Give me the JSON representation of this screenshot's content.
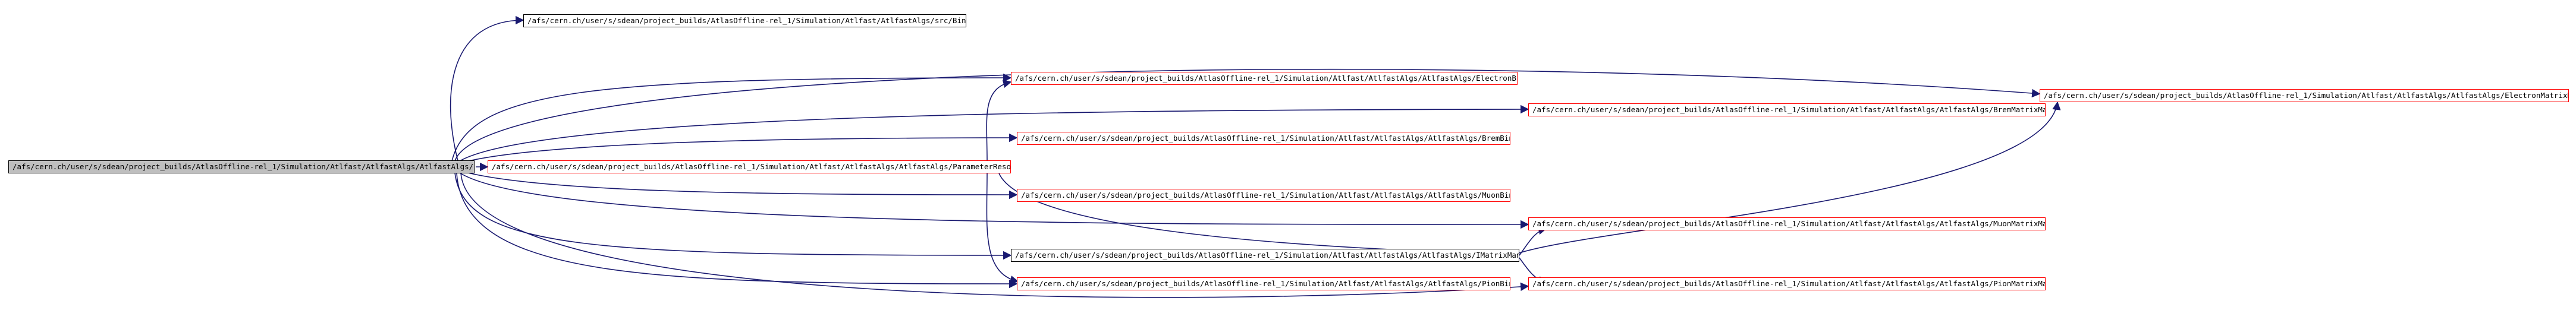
{
  "nodes": {
    "root": {
      "label": "/afs/cern.ch/user/s/sdean/project_builds/AtlasOffline-rel_1/Simulation/Atlfast/AtlfastAlgs/AtlfastAlgs/Binner.h"
    },
    "src": {
      "label": "/afs/cern.ch/user/s/sdean/project_builds/AtlasOffline-rel_1/Simulation/Atlfast/AtlfastAlgs/src/Binner.cxx"
    },
    "ebin": {
      "label": "/afs/cern.ch/user/s/sdean/project_builds/AtlasOffline-rel_1/Simulation/Atlfast/AtlfastAlgs/AtlfastAlgs/ElectronBinData.h"
    },
    "emgr": {
      "label": "/afs/cern.ch/user/s/sdean/project_builds/AtlasOffline-rel_1/Simulation/Atlfast/AtlfastAlgs/AtlfastAlgs/ElectronMatrixManager.h"
    },
    "bremmgr": {
      "label": "/afs/cern.ch/user/s/sdean/project_builds/AtlasOffline-rel_1/Simulation/Atlfast/AtlfastAlgs/AtlfastAlgs/BremMatrixManager.h"
    },
    "brembin": {
      "label": "/afs/cern.ch/user/s/sdean/project_builds/AtlasOffline-rel_1/Simulation/Atlfast/AtlfastAlgs/AtlfastAlgs/BremBinData.h"
    },
    "param": {
      "label": "/afs/cern.ch/user/s/sdean/project_builds/AtlasOffline-rel_1/Simulation/Atlfast/AtlfastAlgs/AtlfastAlgs/ParameterResolutions.h"
    },
    "muonbin": {
      "label": "/afs/cern.ch/user/s/sdean/project_builds/AtlasOffline-rel_1/Simulation/Atlfast/AtlfastAlgs/AtlfastAlgs/MuonBinData.h"
    },
    "muonmgr": {
      "label": "/afs/cern.ch/user/s/sdean/project_builds/AtlasOffline-rel_1/Simulation/Atlfast/AtlfastAlgs/AtlfastAlgs/MuonMatrixManager.h"
    },
    "imatrix": {
      "label": "/afs/cern.ch/user/s/sdean/project_builds/AtlasOffline-rel_1/Simulation/Atlfast/AtlfastAlgs/AtlfastAlgs/IMatrixManager.h"
    },
    "pionbin": {
      "label": "/afs/cern.ch/user/s/sdean/project_builds/AtlasOffline-rel_1/Simulation/Atlfast/AtlfastAlgs/AtlfastAlgs/PionBinData.h"
    },
    "pionmgr": {
      "label": "/afs/cern.ch/user/s/sdean/project_builds/AtlasOffline-rel_1/Simulation/Atlfast/AtlfastAlgs/AtlfastAlgs/PionMatrixManager.h"
    }
  },
  "colors": {
    "edge": "#191970",
    "root_fill": "#bfbfbf",
    "doc_border": "#ff0000",
    "link_border": "#000000"
  }
}
